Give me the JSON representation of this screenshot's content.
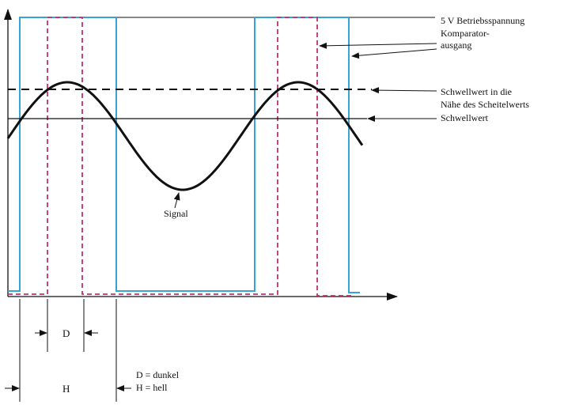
{
  "labels": {
    "supply_voltage": "5 V Betriebsspannung",
    "comparator_line1": "Komparator-",
    "comparator_line2": "ausgang",
    "threshold_peak_line1": "Schwellwert in die",
    "threshold_peak_line2": "Nähe des Scheitelwerts",
    "threshold": "Schwellwert",
    "signal": "Signal",
    "dark_mark": "D",
    "bright_mark": "H",
    "legend_dark": "D = dunkel",
    "legend_bright": "H = hell"
  },
  "colors": {
    "comparator_output": "#3aa3d6",
    "comparator_output_peak": "#c3306e",
    "signal": "#111111",
    "axes": "#111111"
  }
}
